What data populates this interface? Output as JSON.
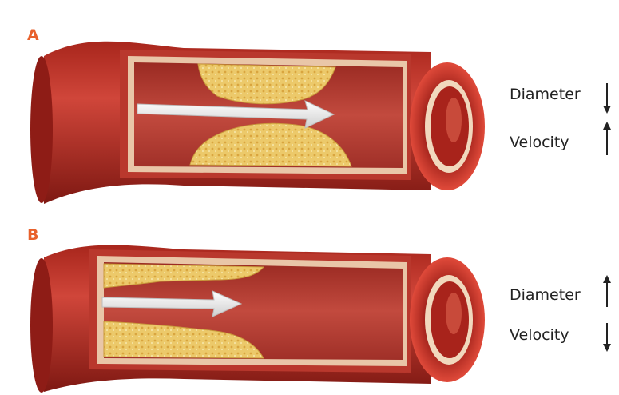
{
  "colors": {
    "label": "#e8612c",
    "vessel_dark": "#8e1c16",
    "vessel_mid": "#c0392b",
    "vessel_light": "#d9534a",
    "plaque": "#ecc96a",
    "arrow": "#f4f4f4"
  },
  "panels": [
    {
      "label": "A",
      "legend": [
        {
          "text": "Diameter",
          "direction": "down",
          "icon": "down-arrow-icon"
        },
        {
          "text": "Velocity",
          "direction": "up",
          "icon": "up-arrow-icon"
        }
      ]
    },
    {
      "label": "B",
      "legend": [
        {
          "text": "Diameter",
          "direction": "up",
          "icon": "up-arrow-icon"
        },
        {
          "text": "Velocity",
          "direction": "down",
          "icon": "down-arrow-icon"
        }
      ]
    }
  ]
}
